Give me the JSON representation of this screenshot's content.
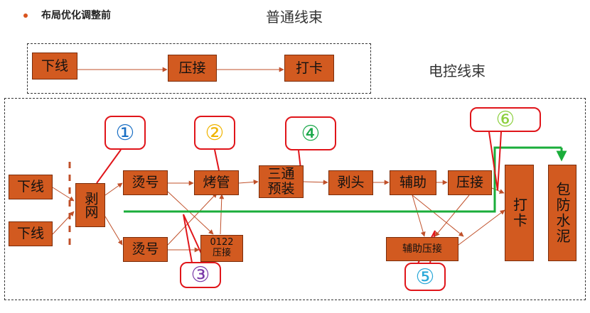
{
  "heading": "布局优化调整前",
  "label_normal": "普通线束",
  "label_electric": "电控线束",
  "top_flow": {
    "xiaxian": "下线",
    "yajie": "压接",
    "daka": "打卡"
  },
  "main_flow": {
    "xiaxian_top": "下线",
    "xiaxian_bottom": "下线",
    "bowang": "剥网",
    "tanghao_top": "烫号",
    "tanghao_bottom": "烫号",
    "kaoguan": "烤管",
    "yajie_0122": "0122\n压接",
    "santong": "三通\n预装",
    "botou": "剥头",
    "fuzhu": "辅助",
    "yajie": "压接",
    "fuzhu_yajie": "辅助压接",
    "daka": "打卡",
    "bao_fang_shuini": "包防水泥"
  },
  "callouts": {
    "c1": "①",
    "c2": "②",
    "c3": "③",
    "c4": "④",
    "c5": "⑤",
    "c6": "⑥"
  },
  "colors": {
    "box_fill": "#d25a20",
    "arrow": "#c0502a",
    "callout_border": "#e0151a",
    "green_path": "#1aad3a",
    "c1": "#1a6fc4",
    "c2": "#f0b400",
    "c3": "#7a3aa8",
    "c4": "#1aa84a",
    "c5": "#2aa8d8",
    "c6": "#8ccf3e"
  }
}
